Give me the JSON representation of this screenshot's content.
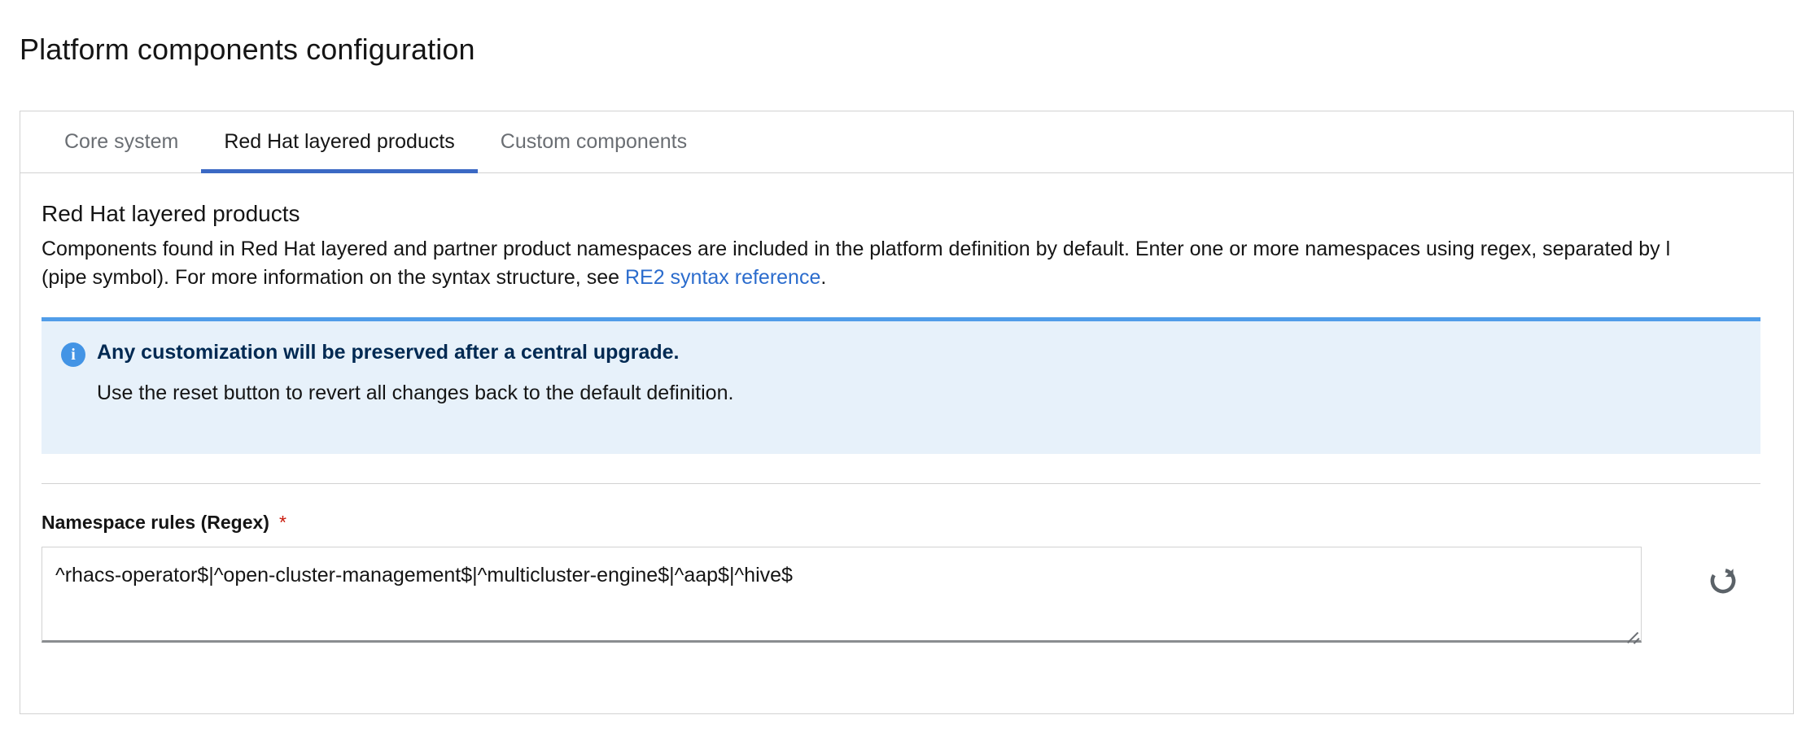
{
  "page": {
    "title": "Platform components configuration"
  },
  "tabs": [
    {
      "id": "core-system",
      "label": "Core system",
      "active": false
    },
    {
      "id": "red-hat-layered-products",
      "label": "Red Hat layered products",
      "active": true
    },
    {
      "id": "custom-components",
      "label": "Custom components",
      "active": false
    }
  ],
  "panel": {
    "heading": "Red Hat layered products",
    "description_part1": "Components found in Red Hat layered and partner product namespaces are included in the platform definition by default. Enter one or more namespaces using regex, separated by l (pipe symbol). For more information on the syntax structure, see ",
    "link_label": "RE2 syntax reference",
    "description_part2": "."
  },
  "alert": {
    "variant": "info",
    "icon": "info-circle-icon",
    "icon_glyph": "i",
    "title": "Any customization will be preserved after a central upgrade.",
    "body": "Use the reset button to revert all changes back to the default definition.",
    "accent_color": "#519de9",
    "background_color": "#e7f1fa",
    "title_color": "#002952"
  },
  "field": {
    "label": "Namespace rules (Regex)",
    "required_marker": "*",
    "required": true,
    "value": "^rhacs-operator$|^open-cluster-management$|^multicluster-engine$|^aap$|^hive$",
    "placeholder": ""
  },
  "reset_button": {
    "icon": "reset-circular-arrow-icon",
    "title": "Reset",
    "color": "#5b6268"
  },
  "colors": {
    "accent_tab": "#3b69c4",
    "link": "#2b6ccd",
    "required": "#c9190b",
    "border": "#d2d2d2",
    "text": "#151515",
    "muted_text": "#6a6e73"
  }
}
